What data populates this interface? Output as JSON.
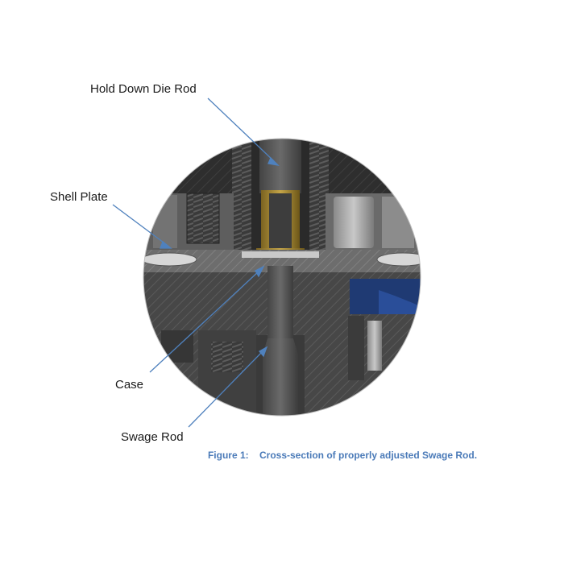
{
  "labels": {
    "hold_down_die_rod": "Hold Down Die Rod",
    "shell_plate": "Shell Plate",
    "case": "Case",
    "swage_rod": "Swage Rod"
  },
  "caption": {
    "figure_number": "Figure 1:",
    "text": "Cross-section of properly adjusted Swage Rod."
  },
  "colors": {
    "leader_line": "#4f81bd",
    "caption": "#4a7ab8",
    "case_brass": "#a88a3a",
    "steel_dark": "#3c3c3c",
    "steel_mid": "#6e6e6e",
    "blue_part": "#1f3a73"
  }
}
